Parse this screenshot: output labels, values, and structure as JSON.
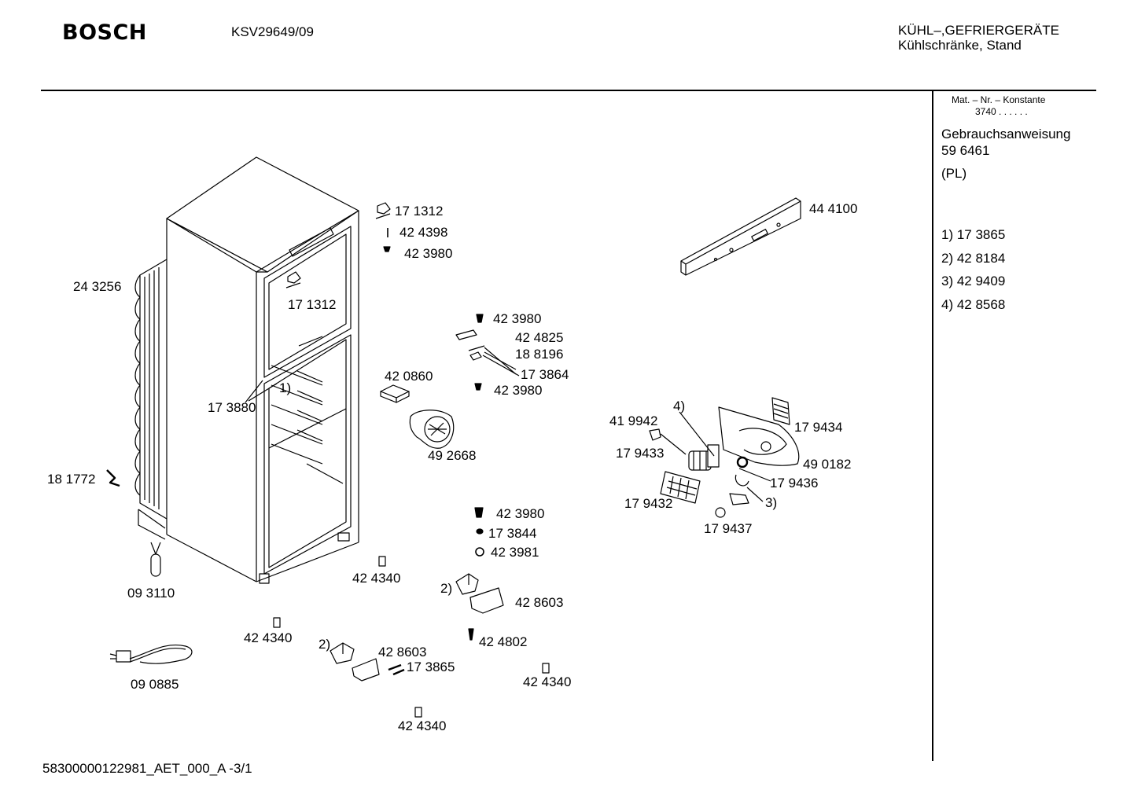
{
  "header": {
    "brand": "BOSCH",
    "model": "KSV29649/09",
    "category_line1": "KÜHL–,GEFRIERGERÄTE",
    "category_line2": "Kühlschränke, Stand"
  },
  "side_panel": {
    "mat_label": "Mat. – Nr. – Konstante",
    "mat_value": "3740  .  .  .  .  .  .",
    "manual_label": "Gebrauchsanweisung",
    "manual_number": "59 6461",
    "manual_lang": "(PL)",
    "footnotes": [
      "1)  17 3865",
      "2)  42 8184",
      "3)  42 9409",
      "4)  42 8568"
    ]
  },
  "parts": [
    {
      "id": "p1",
      "text": "17 1312"
    },
    {
      "id": "p2",
      "text": "42 4398"
    },
    {
      "id": "p3",
      "text": "42 3980"
    },
    {
      "id": "p4",
      "text": "24 3256"
    },
    {
      "id": "p5",
      "text": "17 1312"
    },
    {
      "id": "p6",
      "text": "44 4100"
    },
    {
      "id": "p7",
      "text": "42 3980"
    },
    {
      "id": "p8",
      "text": "42 4825"
    },
    {
      "id": "p9",
      "text": "18 8196"
    },
    {
      "id": "p10",
      "text": "17 3864"
    },
    {
      "id": "p11",
      "text": "42 0860"
    },
    {
      "id": "p12",
      "text": "42 3980"
    },
    {
      "id": "p13",
      "text": "1)"
    },
    {
      "id": "p14",
      "text": "17 3880"
    },
    {
      "id": "p15",
      "text": "49 2668"
    },
    {
      "id": "p16",
      "text": "4)"
    },
    {
      "id": "p17",
      "text": "41 9942"
    },
    {
      "id": "p18",
      "text": "17 9434"
    },
    {
      "id": "p19",
      "text": "17 9433"
    },
    {
      "id": "p20",
      "text": "49 0182"
    },
    {
      "id": "p21",
      "text": "17 9436"
    },
    {
      "id": "p22",
      "text": "18 1772"
    },
    {
      "id": "p23",
      "text": "17 9432"
    },
    {
      "id": "p24",
      "text": "3)"
    },
    {
      "id": "p25",
      "text": "17 9437"
    },
    {
      "id": "p26",
      "text": "42 3980"
    },
    {
      "id": "p27",
      "text": "17 3844"
    },
    {
      "id": "p28",
      "text": "42 3981"
    },
    {
      "id": "p29",
      "text": "42 4340"
    },
    {
      "id": "p30",
      "text": "2)"
    },
    {
      "id": "p31",
      "text": "42 8603"
    },
    {
      "id": "p32",
      "text": "09 3110"
    },
    {
      "id": "p33",
      "text": "42 4340"
    },
    {
      "id": "p34",
      "text": "42 4802"
    },
    {
      "id": "p35",
      "text": "2)"
    },
    {
      "id": "p36",
      "text": "42 8603"
    },
    {
      "id": "p37",
      "text": "17 3865"
    },
    {
      "id": "p38",
      "text": "09 0885"
    },
    {
      "id": "p39",
      "text": "42 4340"
    },
    {
      "id": "p40",
      "text": "42 4340"
    }
  ],
  "footer": {
    "doc_id": "58300000122981_AET_000_A  -3/1"
  }
}
